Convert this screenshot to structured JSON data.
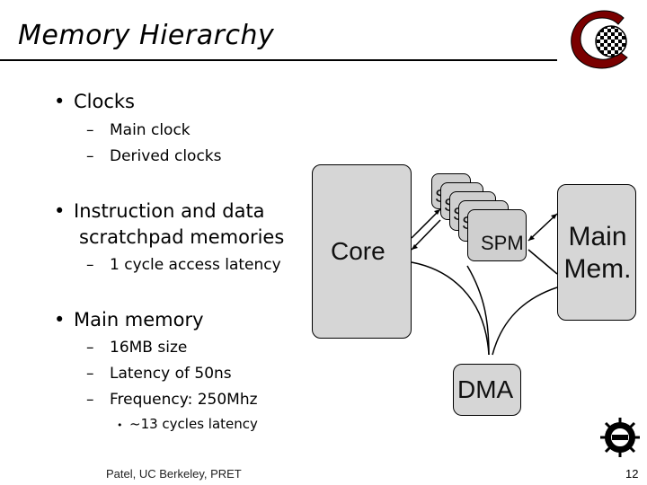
{
  "title": "Memory Hierarchy",
  "bullets": {
    "clocks": "Clocks",
    "main_clock": "Main clock",
    "derived_clocks": "Derived clocks",
    "scratchpad_line1": "Instruction and data",
    "scratchpad_line2": "scratchpad memories",
    "latency_1cycle": "1 cycle access latency",
    "main_memory": "Main memory",
    "size": "16MB size",
    "latency": "Latency of 50ns",
    "frequency": "Frequency: 250Mhz",
    "cycles": "~13 cycles latency"
  },
  "diagram": {
    "core": "Core",
    "spm": "SPM",
    "spm_stub": "S",
    "main_mem_line1": "Main",
    "main_mem_line2": "Mem.",
    "dma": "DMA"
  },
  "footer": {
    "left": "Patel, UC Berkeley, PRET",
    "page": "12"
  },
  "icons": [
    "berkeley-c-logo-icon",
    "gear-logo-icon"
  ]
}
